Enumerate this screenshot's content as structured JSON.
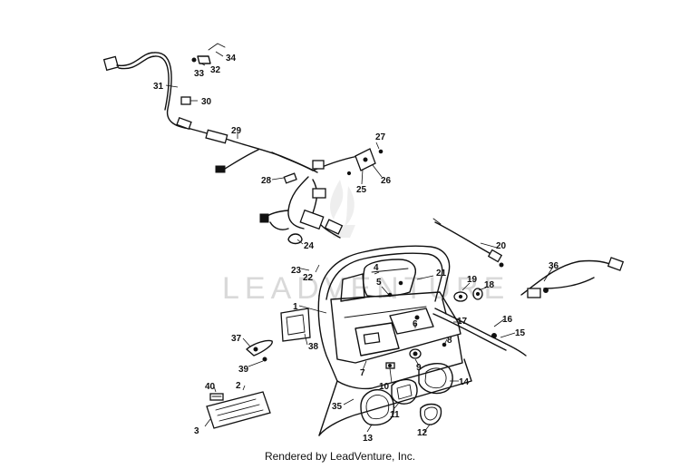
{
  "diagram": {
    "callouts": [
      "1",
      "2",
      "3",
      "4",
      "5",
      "6",
      "7",
      "8",
      "9",
      "10",
      "11",
      "12",
      "13",
      "14",
      "15",
      "16",
      "17",
      "18",
      "19",
      "20",
      "21",
      "22",
      "23",
      "24",
      "25",
      "26",
      "27",
      "28",
      "29",
      "30",
      "31",
      "32",
      "33",
      "34",
      "35",
      "36",
      "37",
      "38",
      "39",
      "40"
    ]
  },
  "watermark": {
    "text": "LEADVENTURE"
  },
  "footer": {
    "credit": "Rendered by LeadVenture, Inc."
  }
}
